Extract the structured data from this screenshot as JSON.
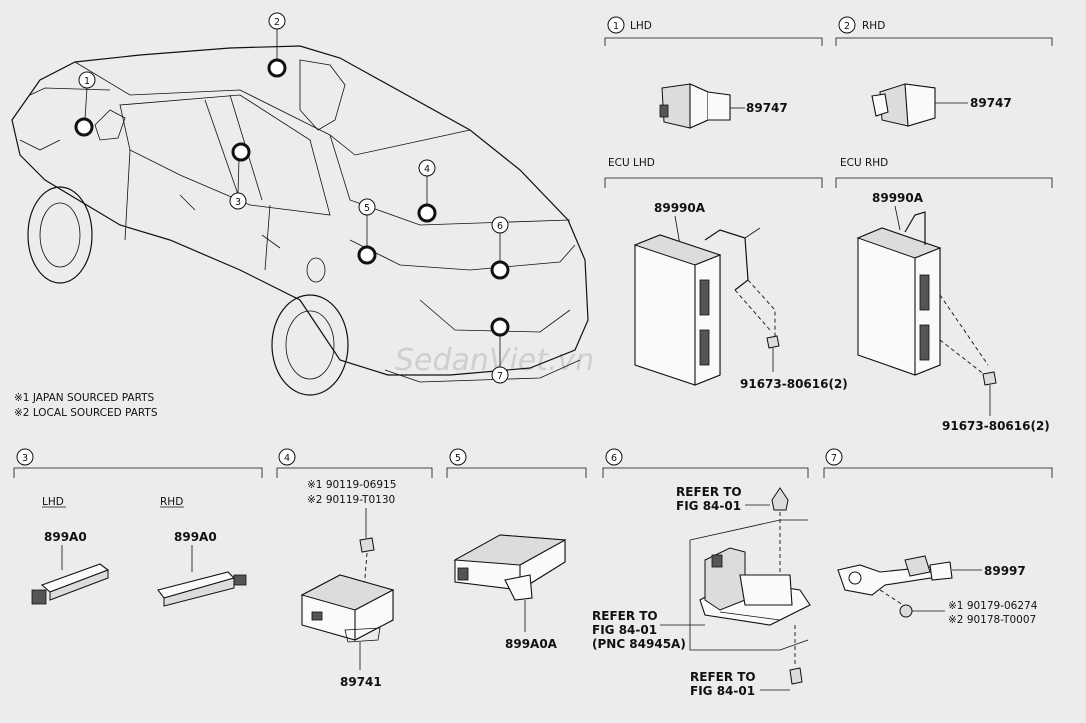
{
  "notes": [
    "※1 JAPAN SOURCED PARTS",
    "※2 LOCAL SOURCED PARTS"
  ],
  "car_callouts": [
    "1",
    "2",
    "3",
    "4",
    "5",
    "6",
    "7"
  ],
  "watermark": "SedanViet.vn",
  "sections": {
    "s1": {
      "num": "1",
      "title": "LHD",
      "part": "89747"
    },
    "s2": {
      "num": "2",
      "title": "RHD",
      "part": "89747"
    },
    "ecu_lhd": {
      "title": "ECU LHD",
      "part": "89990A",
      "bolt": "91673-80616(2)"
    },
    "ecu_rhd": {
      "title": "ECU RHD",
      "part": "89990A",
      "bolt": "91673-80616(2)"
    },
    "s3": {
      "num": "3",
      "lhd_label": "LHD",
      "rhd_label": "RHD",
      "lhd_part": "899A0",
      "rhd_part": "899A0"
    },
    "s4": {
      "num": "4",
      "bolt1": "※1 90119-06915",
      "bolt2": "※2 90119-T0130",
      "part": "89741"
    },
    "s5": {
      "num": "5",
      "part": "899A0A"
    },
    "s6": {
      "num": "6",
      "ref1a": "REFER TO",
      "ref1b": "FIG 84-01",
      "ref2a": "REFER TO",
      "ref2b": "FIG 84-01",
      "ref2c": "(PNC 84945A)",
      "ref3a": "REFER TO",
      "ref3b": "FIG 84-01"
    },
    "s7": {
      "num": "7",
      "part": "89997",
      "bolt1": "※1 90179-06274",
      "bolt2": "※2 90178-T0007"
    }
  }
}
